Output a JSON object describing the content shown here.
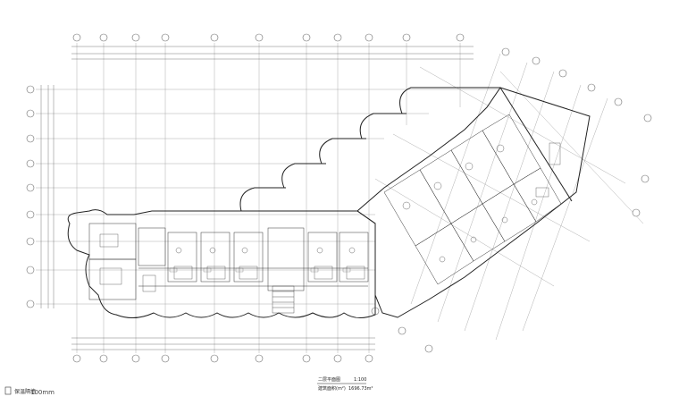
{
  "drawing": {
    "title": "二层平面图",
    "title_scale": "1:100",
    "title_subnote": "建筑面积(m²)",
    "title_subvalue": "1696.73m²",
    "legend_label": "保温隔墙",
    "legend_value": "100mm"
  },
  "colors": {
    "line": "#222222",
    "axis": "#6b6b6b",
    "wall_fill": "#cfcfcf",
    "grid": "#9a9a9a"
  }
}
